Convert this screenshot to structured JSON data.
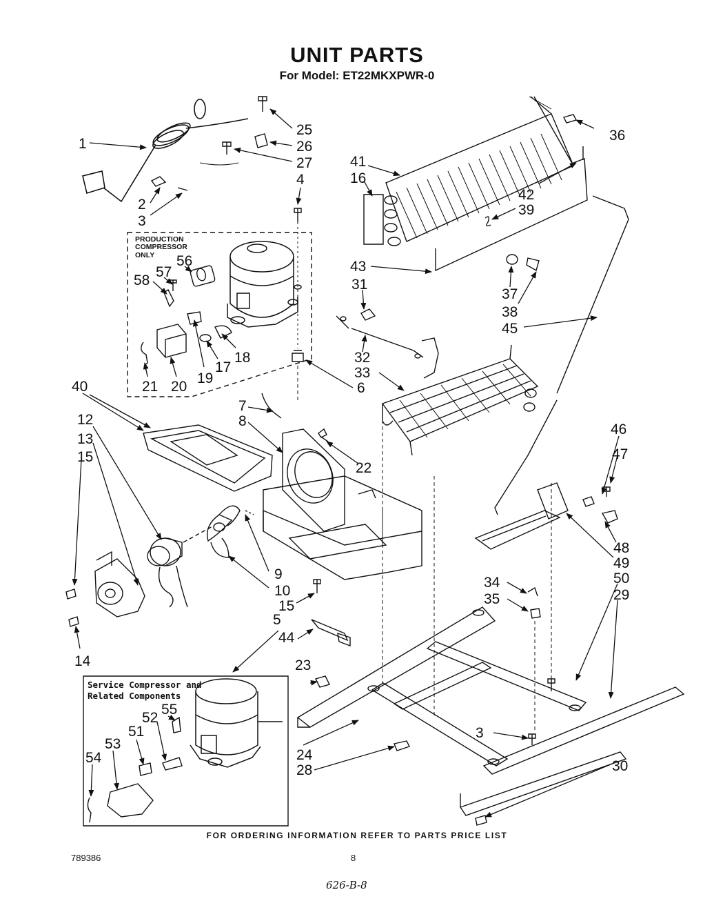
{
  "header": {
    "title": "UNIT PARTS",
    "model": "For Model: ET22MKXPWR-0"
  },
  "boxes": {
    "production": "PRODUCTION\nCOMPRESSOR\nONLY",
    "service": "Service Compressor and\nRelated Components"
  },
  "callouts": {
    "c1": "1",
    "c2": "2",
    "c3": "3",
    "c3b": "3",
    "c4": "4",
    "c5": "5",
    "c6": "6",
    "c7": "7",
    "c8": "8",
    "c9": "9",
    "c10": "10",
    "c12": "12",
    "c13": "13",
    "c14": "14",
    "c15": "15",
    "c15b": "15",
    "c16": "16",
    "c17": "17",
    "c18": "18",
    "c19": "19",
    "c20": "20",
    "c21": "21",
    "c22": "22",
    "c23": "23",
    "c24": "24",
    "c25": "25",
    "c26": "26",
    "c27": "27",
    "c28": "28",
    "c29": "29",
    "c30": "30",
    "c31": "31",
    "c32": "32",
    "c33": "33",
    "c34": "34",
    "c35": "35",
    "c36": "36",
    "c37": "37",
    "c38": "38",
    "c39": "39",
    "c40": "40",
    "c41": "41",
    "c42": "42",
    "c43": "43",
    "c44": "44",
    "c45": "45",
    "c46": "46",
    "c47": "47",
    "c48": "48",
    "c49": "49",
    "c50": "50",
    "c51": "51",
    "c52": "52",
    "c53": "53",
    "c54": "54",
    "c55": "55",
    "c56": "56",
    "c57": "57",
    "c58": "58"
  },
  "footer": {
    "ordering": "FOR ORDERING INFORMATION REFER TO PARTS PRICE LIST",
    "doc_number": "789386",
    "page_number": "8",
    "handwritten": "626-B-8"
  }
}
